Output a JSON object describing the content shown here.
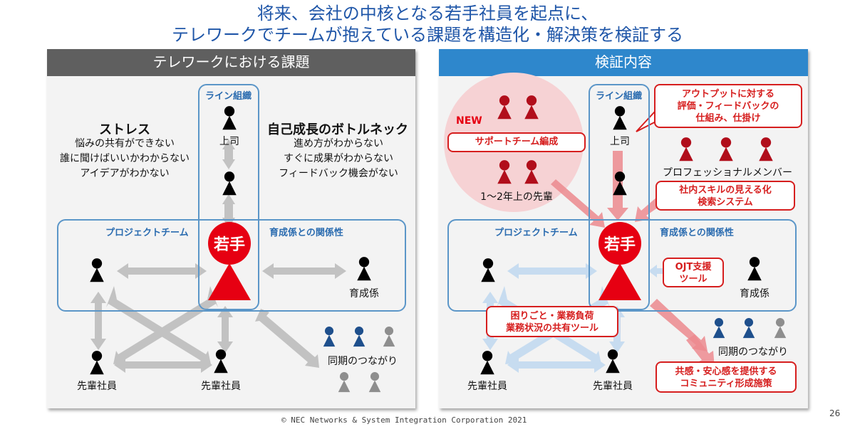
{
  "title": {
    "line1": "将来、会社の中核となる若手社員を起点に、",
    "line2": "テレワークでチームが抱えている課題を構造化・解決策を検証する"
  },
  "left_panel": {
    "header": "テレワークにおける課題",
    "line_org": "ライン組織",
    "boss": "上司",
    "stress_title": "ストレス",
    "stress_items": [
      "悩みの共有ができない",
      "誰に聞けばいいかわからない",
      "アイデアがわかない"
    ],
    "growth_title": "自己成長のボトルネック",
    "growth_items": [
      "進め方がわからない",
      "すぐに成果がわからない",
      "フィードバック機会がない"
    ],
    "project_team": "プロジェクトチーム",
    "mentor_relation": "育成係との関係性",
    "young": "若手",
    "mentor": "育成係",
    "peers": "同期のつながり",
    "senior_left": "先輩社員",
    "senior_right": "先輩社員"
  },
  "right_panel": {
    "header": "検証内容",
    "line_org": "ライン組織",
    "boss": "上司",
    "new_badge": "NEW",
    "support_team": "サポートチーム編成",
    "seniors_1_2": "1～2年上の先輩",
    "output_eval": [
      "アウトプットに対する",
      "評価・フィードバックの",
      "仕組み、仕掛け"
    ],
    "professional": "プロフェッショナルメンバー",
    "skill_search": [
      "社内スキルの見える化",
      "検索システム"
    ],
    "project_team": "プロジェクトチーム",
    "mentor_relation": "育成係との関係性",
    "young": "若手",
    "ojt": [
      "OJT支援",
      "ツール"
    ],
    "mentor": "育成係",
    "share_tool": [
      "困りごと・業務負荷",
      "業務状況の共有ツール"
    ],
    "peers": "同期のつながり",
    "community": [
      "共感・安心感を提供する",
      "コミュニティ形成施策"
    ],
    "senior_left": "先輩社員",
    "senior_right": "先輩社員"
  },
  "footer": {
    "copyright": "© NEC Networks & System Integration Corporation 2021",
    "page_number": "26"
  },
  "colors": {
    "title": "#1f56a8",
    "left_header": "#5f5f5f",
    "right_header": "#2e87cc",
    "red": "#e60012",
    "dark_red": "#b10e1b",
    "navy": "#1e4f8c",
    "gray_person": "#8e8e8e"
  }
}
